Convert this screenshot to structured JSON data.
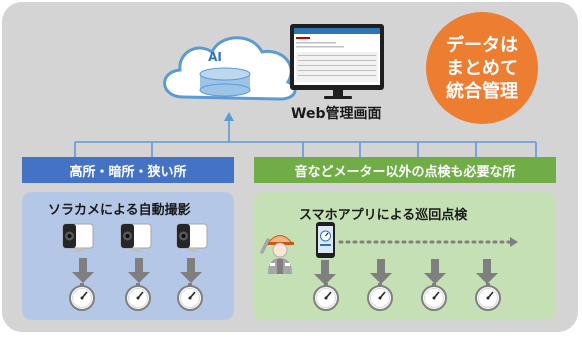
{
  "top": {
    "cloud_label": "AI",
    "monitor_caption": "Web管理画面",
    "badge_text": "データは\nまとめて\n統合管理"
  },
  "left_group": {
    "header": "高所・暗所・狭い所",
    "title": "ソラカメによる自動撮影",
    "camera_count": 3,
    "gauge_count": 3
  },
  "right_group": {
    "header": "音などメーター以外の点検も必要な所",
    "title": "スマホアプリによる巡回点検",
    "gauge_count": 4
  },
  "colors": {
    "background_frame": "#d4d4d4",
    "left_header": "#4472c4",
    "left_panel": "#b4c7e7",
    "right_header": "#70ad47",
    "right_panel": "#c5e0b4",
    "badge": "#ed7d31",
    "connector": "#5b9bd5",
    "gray_arrow": "#7f7f7f",
    "cloud_db": "#9dc3e6"
  },
  "icons": [
    "cloud-icon",
    "database-icon",
    "monitor-icon",
    "camera-icon",
    "gauge-icon",
    "worker-icon",
    "smartphone-icon",
    "down-arrow-icon",
    "dotted-arrow-icon"
  ]
}
